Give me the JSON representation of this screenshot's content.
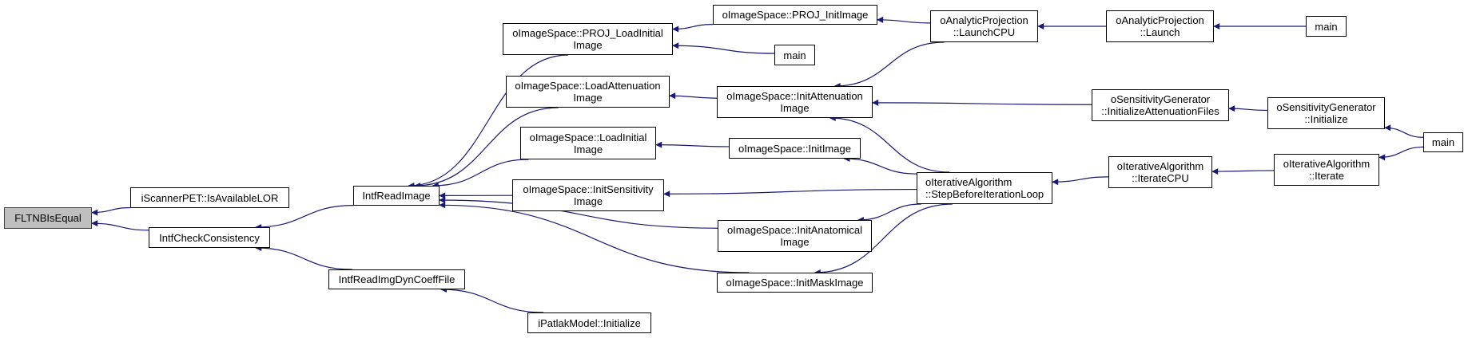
{
  "diagram": {
    "type": "doxygen-caller-graph",
    "colors": {
      "edge": "#191970",
      "node_border": "#000000",
      "current_fill": "#bfbfbf",
      "node_fill": "#ffffff"
    },
    "nodes": [
      {
        "id": "fltnb",
        "label": "FLTNBIsEqual",
        "current": true
      },
      {
        "id": "scanner",
        "label": "iScannerPET::IsAvailableLOR"
      },
      {
        "id": "checkcons",
        "label": "IntfCheckConsistency"
      },
      {
        "id": "readimage",
        "label": "IntfReadImage"
      },
      {
        "id": "readdyn",
        "label": "IntfReadImgDynCoeffFile"
      },
      {
        "id": "patlak",
        "label": "iPatlakModel::Initialize"
      },
      {
        "id": "projload",
        "label": "oImageSpace::PROJ_LoadInitial\nImage"
      },
      {
        "id": "loadatt",
        "label": "oImageSpace::LoadAttenuation\nImage"
      },
      {
        "id": "loadinit",
        "label": "oImageSpace::LoadInitial\nImage"
      },
      {
        "id": "initsens",
        "label": "oImageSpace::InitSensitivity\nImage"
      },
      {
        "id": "projinit",
        "label": "oImageSpace::PROJ_InitImage"
      },
      {
        "id": "main1",
        "label": "main"
      },
      {
        "id": "initatt",
        "label": "oImageSpace::InitAttenuation\nImage"
      },
      {
        "id": "initimage",
        "label": "oImageSpace::InitImage"
      },
      {
        "id": "initanat",
        "label": "oImageSpace::InitAnatomical\nImage"
      },
      {
        "id": "initmask",
        "label": "oImageSpace::InitMaskImage"
      },
      {
        "id": "launchcpu",
        "label": "oAnalyticProjection\n::LaunchCPU"
      },
      {
        "id": "stepbefore",
        "label": "oIterativeAlgorithm\n::StepBeforeIterationLoop"
      },
      {
        "id": "launch",
        "label": "oAnalyticProjection\n::Launch"
      },
      {
        "id": "initattfiles",
        "label": "oSensitivityGenerator\n::InitializeAttenuationFiles"
      },
      {
        "id": "iteratecpu",
        "label": "oIterativeAlgorithm\n::IterateCPU"
      },
      {
        "id": "main2",
        "label": "main"
      },
      {
        "id": "sensinit",
        "label": "oSensitivityGenerator\n::Initialize"
      },
      {
        "id": "iterate",
        "label": "oIterativeAlgorithm\n::Iterate"
      },
      {
        "id": "main3",
        "label": "main"
      }
    ],
    "edges": [
      {
        "from": "scanner",
        "to": "fltnb"
      },
      {
        "from": "checkcons",
        "to": "fltnb"
      },
      {
        "from": "readimage",
        "to": "checkcons"
      },
      {
        "from": "readdyn",
        "to": "checkcons"
      },
      {
        "from": "patlak",
        "to": "readdyn"
      },
      {
        "from": "projload",
        "to": "readimage"
      },
      {
        "from": "loadatt",
        "to": "readimage"
      },
      {
        "from": "loadinit",
        "to": "readimage"
      },
      {
        "from": "initsens",
        "to": "readimage"
      },
      {
        "from": "initanat",
        "to": "readimage"
      },
      {
        "from": "initmask",
        "to": "readimage"
      },
      {
        "from": "projinit",
        "to": "projload"
      },
      {
        "from": "main1",
        "to": "projload"
      },
      {
        "from": "initatt",
        "to": "loadatt"
      },
      {
        "from": "initimage",
        "to": "loadinit"
      },
      {
        "from": "stepbefore",
        "to": "initsens"
      },
      {
        "from": "launchcpu",
        "to": "projinit"
      },
      {
        "from": "launchcpu",
        "to": "initatt"
      },
      {
        "from": "initattfiles",
        "to": "initatt"
      },
      {
        "from": "stepbefore",
        "to": "initatt"
      },
      {
        "from": "stepbefore",
        "to": "initimage"
      },
      {
        "from": "stepbefore",
        "to": "initanat"
      },
      {
        "from": "stepbefore",
        "to": "initmask"
      },
      {
        "from": "launch",
        "to": "launchcpu"
      },
      {
        "from": "main2",
        "to": "launch"
      },
      {
        "from": "sensinit",
        "to": "initattfiles"
      },
      {
        "from": "iteratecpu",
        "to": "stepbefore"
      },
      {
        "from": "iterate",
        "to": "iteratecpu"
      },
      {
        "from": "main3",
        "to": "sensinit"
      },
      {
        "from": "main3",
        "to": "iterate"
      }
    ]
  }
}
